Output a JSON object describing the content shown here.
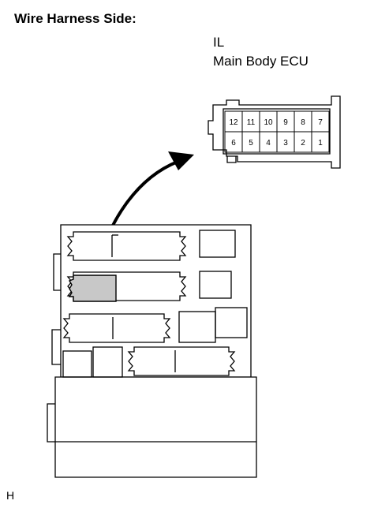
{
  "title": "Wire Harness Side:",
  "connector": {
    "code": "IL",
    "name": "Main Body ECU",
    "pins_top": [
      "12",
      "11",
      "10",
      "9",
      "8",
      "7"
    ],
    "pins_bottom": [
      "6",
      "5",
      "4",
      "3",
      "2",
      "1"
    ]
  },
  "figure_id": "H",
  "colors": {
    "line": "#000000",
    "highlight": "#c8c8c8",
    "background": "#ffffff"
  }
}
